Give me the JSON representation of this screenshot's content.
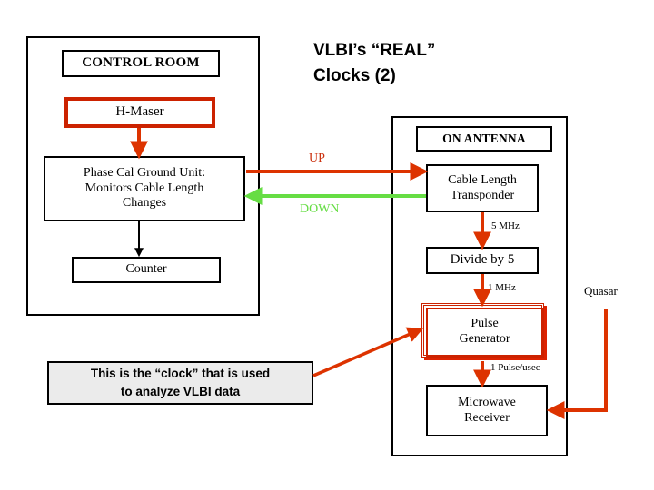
{
  "title": "VLBI’s “REAL”\nClocks  (2)",
  "colors": {
    "red": "#dd3300",
    "dark_red": "#cc2200",
    "green": "#66dd44",
    "black": "#000000",
    "callout_bg": "#ebebeb"
  },
  "containers": {
    "control_room": {
      "header": "CONTROL ROOM"
    },
    "on_antenna": {
      "header": "ON ANTENNA"
    }
  },
  "nodes": {
    "h_maser": "H-Maser",
    "phase_cal": "Phase Cal Ground Unit:\nMonitors Cable Length\nChanges",
    "counter": "Counter",
    "cable_length_transponder": "Cable Length\nTransponder",
    "divide_by_5": "Divide by 5",
    "pulse_generator": "Pulse\nGenerator",
    "microwave_receiver": "Microwave\nReceiver"
  },
  "link_labels": {
    "up": "UP",
    "down": "DOWN",
    "five_mhz": "5 MHz",
    "one_mhz": "1 MHz",
    "one_pulse": "1 Pulse/usec",
    "quasar": "Quasar"
  },
  "callout": "This is the “clock” that is used\nto analyze VLBI data"
}
